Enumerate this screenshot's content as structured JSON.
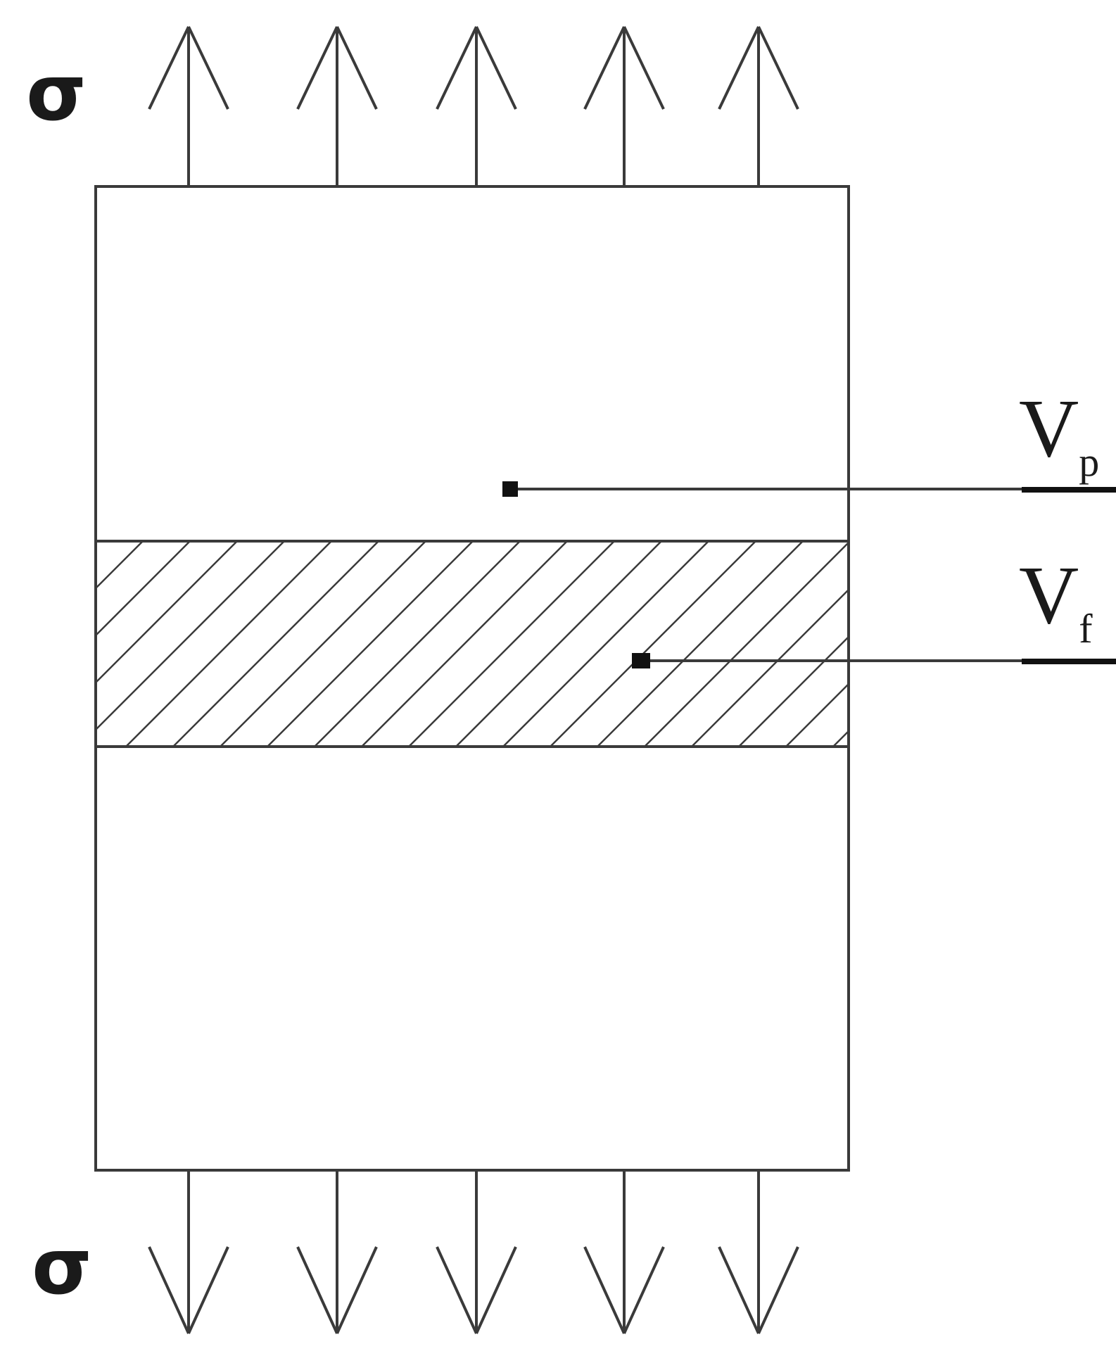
{
  "labels": {
    "sigma_top": "σ",
    "sigma_bottom": "σ",
    "layer_p": {
      "main": "V",
      "sub": "p"
    },
    "layer_f": {
      "main": "V",
      "sub": "f"
    }
  },
  "colors": {
    "line": "#3a3a3a",
    "text": "#1a1a1a",
    "background": "#ffffff"
  },
  "arrows": {
    "top_count": 5,
    "bottom_count": 5
  }
}
